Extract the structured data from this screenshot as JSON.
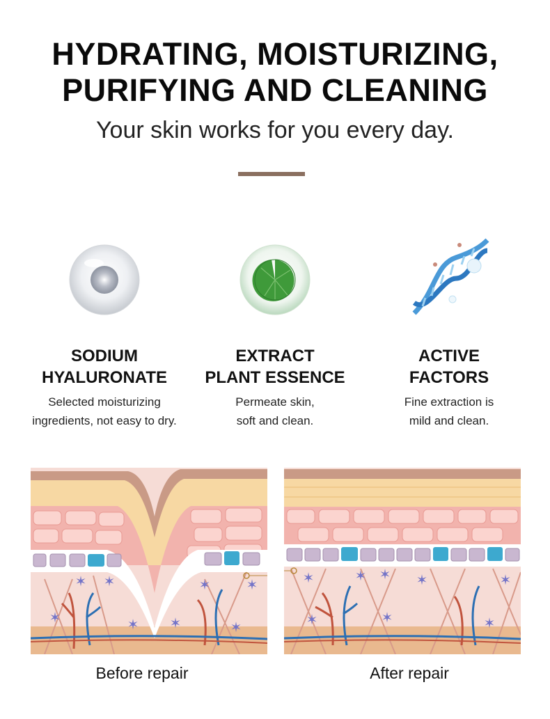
{
  "header": {
    "title_line1": "HYDRATING, MOISTURIZING,",
    "title_line2": "PURIFYING AND CLEANING",
    "subtitle": "Your skin works for you every day.",
    "accent_color": "#8a6f5f"
  },
  "features": [
    {
      "icon": "hyaluronate-drop-icon",
      "heading_line1": "SODIUM",
      "heading_line2": "HYALURONATE",
      "desc_line1": "Selected moisturizing",
      "desc_line2": "ingredients, not easy to dry."
    },
    {
      "icon": "plant-leaf-icon",
      "heading_line1": "EXTRACT",
      "heading_line2": "PLANT ESSENCE",
      "desc_line1": "Permeate skin,",
      "desc_line2": "soft and clean."
    },
    {
      "icon": "dna-helix-icon",
      "heading_line1": "ACTIVE",
      "heading_line2": "FACTORS",
      "desc_line1": "Fine extraction is",
      "desc_line2": "mild and clean."
    }
  ],
  "comparison": {
    "before_label": "Before repair",
    "after_label": "After repair"
  }
}
